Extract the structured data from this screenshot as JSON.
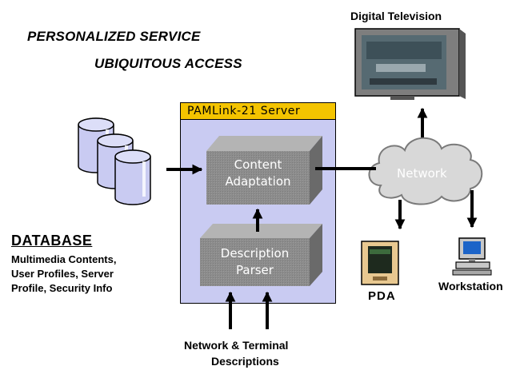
{
  "headlines": {
    "line1": "PERSONALIZED SERVICE",
    "line2": "UBIQUITOUS ACCESS"
  },
  "server": {
    "title": "PAMLink-21 Server",
    "content_adaptation": [
      "Content",
      "Adaptation"
    ],
    "description_parser": [
      "Description",
      "Parser"
    ]
  },
  "database": {
    "title": "DATABASE",
    "lines": [
      "Multimedia Contents,",
      "User Profiles, Server",
      "Profile, Security Info"
    ]
  },
  "network": {
    "label": "Network"
  },
  "devices": {
    "digital_tv": "Digital Television",
    "pda": "PDA",
    "workstation": "Workstation"
  },
  "inputs": {
    "label_line1": "Network & Terminal",
    "label_line2": "Descriptions"
  },
  "colors": {
    "server_title_bg": "#f4c400",
    "server_body_bg": "#c9cbf2",
    "box_gray": "#8a8a8a",
    "cylinder_fill": "#c9cbf2",
    "cloud_fill": "#d8d8d8"
  }
}
